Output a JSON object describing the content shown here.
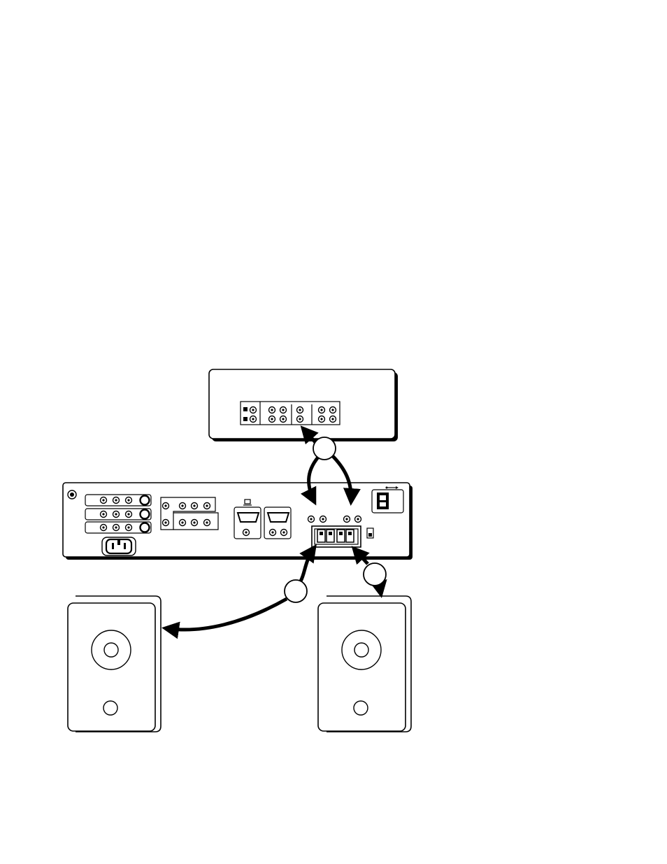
{
  "diagram": {
    "description_visible_text": [],
    "components": [
      {
        "name": "source-device",
        "kind": "device-rear-panel"
      },
      {
        "name": "av-receiver",
        "kind": "receiver-rear-panel"
      },
      {
        "name": "left-speaker",
        "kind": "speaker"
      },
      {
        "name": "right-speaker",
        "kind": "speaker"
      }
    ],
    "connections": [
      {
        "from": "source-device",
        "to": "av-receiver",
        "callout": "",
        "bidirectional": true
      },
      {
        "from": "av-receiver",
        "to": "left-speaker",
        "callout": ""
      },
      {
        "from": "av-receiver",
        "to": "right-speaker",
        "callout": ""
      }
    ],
    "colors": {
      "line": "#000000",
      "fill": "#ffffff"
    }
  }
}
